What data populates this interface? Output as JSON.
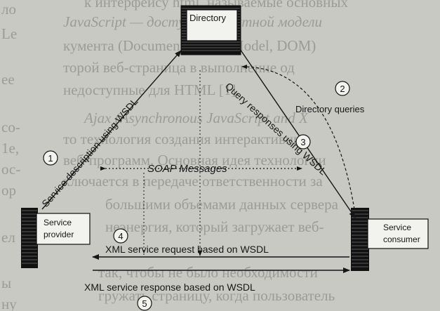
{
  "background_lines": [
    "ло",
    "Le",
    "ee",
    "co-",
    "1e,",
    "ос-",
    "ор",
    "ел",
    "ы",
    "ну",
    "к интерфейсу html, называемые основных",
    "JavaScript — доступ к объектной модели",
    "кумента (Document Object Model, DOM)",
    "торой веб-страница в выполнение од",
    "недоступные для HTML [1].",
    "Ajax (Asynchronous JavaScript and X",
    "то технология создания интерактивных",
    "веб-программ. Основная идея технологии",
    "ключается в передаче ответственности за",
    "большими объемами данных сервера",
    "неэнергия, который загружает веб-",
    "так, чтобы не было необходимости",
    "гружать страницу, когда пользователь"
  ],
  "nodes": {
    "directory": "Directory",
    "provider_line1": "Service",
    "provider_line2": "provider",
    "consumer_line1": "Service",
    "consumer_line2": "consumer"
  },
  "labels": {
    "service_description": "Service description using WSDL",
    "query_responses": "Query responses using WSDL",
    "directory_queries": "Directory queries",
    "soap_messages": "SOAP Messages",
    "xml_request": "XML service request based on WSDL",
    "xml_response": "XML service response based on WSDL"
  },
  "steps": [
    "1",
    "2",
    "3",
    "4",
    "5"
  ],
  "colors": {
    "background": "#c9c9c4",
    "ink": "#161616",
    "faded_text": "#9c9c97",
    "server_body": "#f2f2ee"
  }
}
